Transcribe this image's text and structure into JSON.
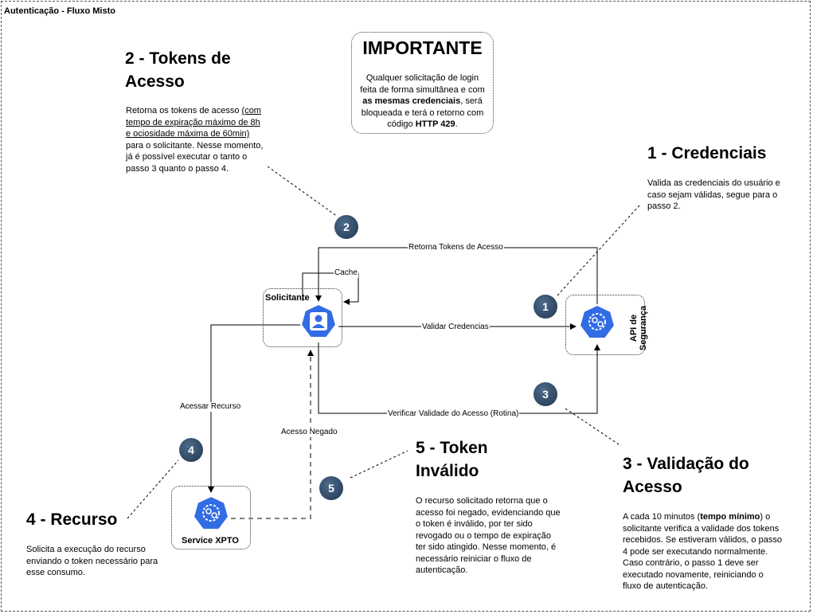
{
  "frame_title": "Autenticação - Fluxo Misto",
  "important": {
    "title": "IMPORTANTE",
    "text_1": "Qualquer solicitação de login feita de forma simultânea e com ",
    "text_bold_1": "as mesmas credenciais",
    "text_2": ", será bloqueada e terá o retorno com código ",
    "text_bold_2": "HTTP 429",
    "text_3": "."
  },
  "sections": {
    "credenciais": {
      "title": "1 - Credenciais",
      "text": "Valida as credenciais do usuário e caso sejam válidas, segue para o passo 2."
    },
    "tokens": {
      "title": "2 - Tokens de Acesso",
      "text_1": "Retorna os tokens de acesso ",
      "text_underline": "(com tempo de expiração máximo de 8h e ociosidade máxima de 60min)",
      "text_2": " para o solicitante. Nesse momento, já é possível executar o tanto o passo 3 quanto o passo 4."
    },
    "validacao": {
      "title": "3 - Validação do Acesso",
      "text_1": "A cada 10 minutos (",
      "text_bold": "tempo mínimo",
      "text_2": ") o solicitante verifica a validade dos tokens recebidos. Se estiveram válidos, o passo 4 pode ser executando normalmente. Caso contrário, o passo 1 deve ser executado novamente, reiniciando o fluxo de autenticação."
    },
    "recurso": {
      "title": "4 - Recurso",
      "text": "Solicita a execução do recurso enviando o token necessário para esse consumo."
    },
    "token_invalido": {
      "title": "5 - Token Inválido",
      "text": "O recurso solicitado retorna que o acesso foi negado, evidenciando que o token é inválido, por ter sido revogado ou o tempo de expiração ter sido atingido. Nesse momento, é necessário reiniciar o fluxo de autenticação."
    }
  },
  "steps": [
    "1",
    "2",
    "3",
    "4",
    "5"
  ],
  "nodes": {
    "solicitante": "Solicitante",
    "api": "API de Segurança",
    "service": "Service XPTO"
  },
  "edges": {
    "retorna_tokens": "Retorna Tokens de Acesso",
    "cache": "Cache",
    "validar": "Validar Credencias",
    "verificar": "Verificar Validade do Acesso (Rotina)",
    "acessar_recurso": "Acessar Recurso",
    "acesso_negado": "Acesso Negado"
  },
  "colors": {
    "icon_blue": "#326ce5",
    "step_circle": "#2b4563"
  }
}
